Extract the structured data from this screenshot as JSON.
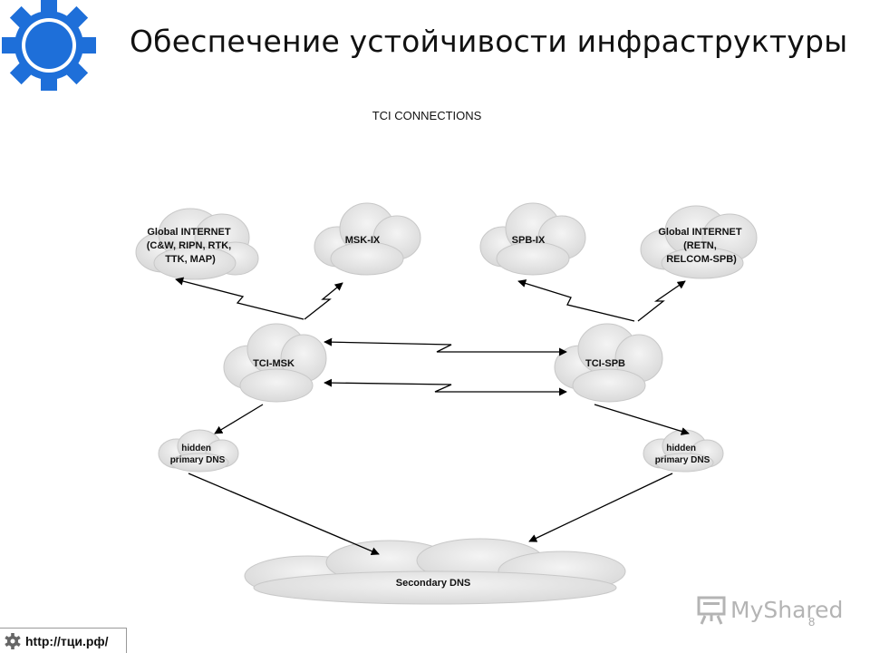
{
  "slide": {
    "title": "Обеспечение устойчивости инфраструктуры",
    "page_number": "8",
    "logo_icon": "gear-icon",
    "colors": {
      "logo": "#1e6fd9",
      "cloud": "#e6e6e6",
      "link": "#000000"
    }
  },
  "diagram": {
    "title": "TCI CONNECTIONS",
    "nodes": {
      "global_msk": [
        "Global INTERNET",
        "(C&W, RIPN, RTK,",
        "TTK, MAP)"
      ],
      "msk_ix": "MSK-IX",
      "spb_ix": "SPB-IX",
      "global_spb": [
        "Global INTERNET",
        "(RETN,",
        "RELCOM-SPB)"
      ],
      "tci_msk": "TCI-MSK",
      "tci_spb": "TCI-SPB",
      "hidden_msk": [
        "hidden",
        "primary DNS"
      ],
      "hidden_spb": [
        "hidden",
        "primary DNS"
      ],
      "secondary_dns": "Secondary DNS"
    }
  },
  "footer": {
    "url": "http://тци.рф/",
    "watermark": "MyShared",
    "url_icon": "gear-icon",
    "watermark_icon": "presentation-board-icon"
  }
}
